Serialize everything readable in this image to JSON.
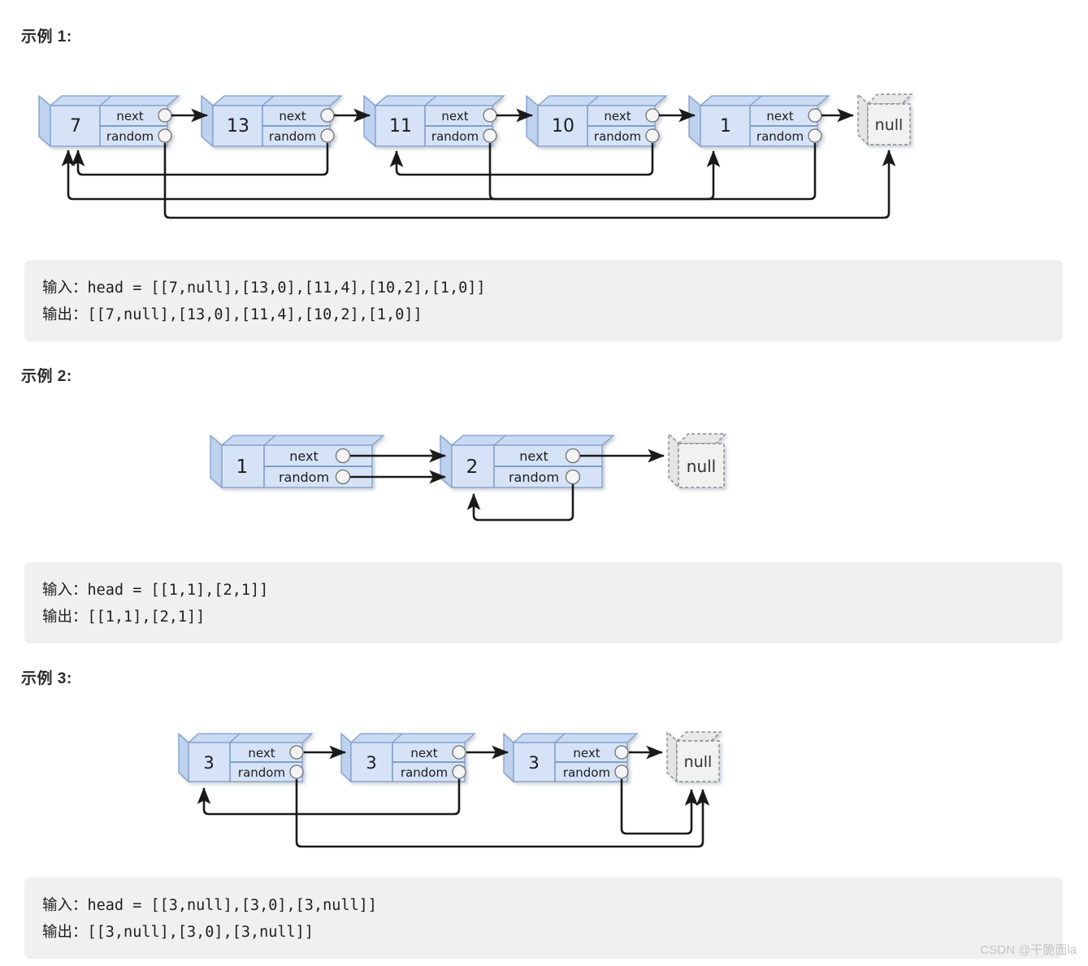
{
  "page": {
    "watermark": "CSDN @干脆面la",
    "background_color": "#ffffff"
  },
  "theme": {
    "node_fill": "#d6e3f7",
    "node_fill_light": "#e4edfb",
    "node_border": "#7f9dc9",
    "node_top_fill": "#c9daf3",
    "node_side_fill": "#bed2ef",
    "null_fill": "#f1f1f1",
    "null_border": "#8a8a8a",
    "arrow_color": "#1a1a1a",
    "code_bg": "#f0f0f0",
    "heading_color": "#2b2b2b",
    "port_fill": "#f4f4f4",
    "port_border": "#6f6f6f"
  },
  "labels": {
    "next": "next",
    "random": "random",
    "null": "null"
  },
  "examples": [
    {
      "id": "example-1",
      "heading": "示例 1:",
      "nodes": [
        {
          "value": "7",
          "index": 0
        },
        {
          "value": "13",
          "index": 1
        },
        {
          "value": "11",
          "index": 2
        },
        {
          "value": "10",
          "index": 3
        },
        {
          "value": "1",
          "index": 4
        }
      ],
      "next_targets": [
        1,
        2,
        3,
        4,
        "null"
      ],
      "random_targets": [
        "null",
        0,
        4,
        2,
        0
      ],
      "code": {
        "input": "输入：head = [[7,null],[13,0],[11,4],[10,2],[1,0]]",
        "output": "输出：[[7,null],[13,0],[11,4],[10,2],[1,0]]"
      }
    },
    {
      "id": "example-2",
      "heading": "示例 2:",
      "nodes": [
        {
          "value": "1",
          "index": 0
        },
        {
          "value": "2",
          "index": 1
        }
      ],
      "next_targets": [
        1,
        "null"
      ],
      "random_targets": [
        1,
        1
      ],
      "code": {
        "input": "输入：head = [[1,1],[2,1]]",
        "output": "输出：[[1,1],[2,1]]"
      }
    },
    {
      "id": "example-3",
      "heading": "示例 3:",
      "nodes": [
        {
          "value": "3",
          "index": 0
        },
        {
          "value": "3",
          "index": 1
        },
        {
          "value": "3",
          "index": 2
        }
      ],
      "next_targets": [
        1,
        2,
        "null"
      ],
      "random_targets": [
        "null",
        0,
        "null"
      ],
      "code": {
        "input": "输入：head = [[3,null],[3,0],[3,null]]",
        "output": "输出：[[3,null],[3,0],[3,null]]"
      }
    }
  ]
}
